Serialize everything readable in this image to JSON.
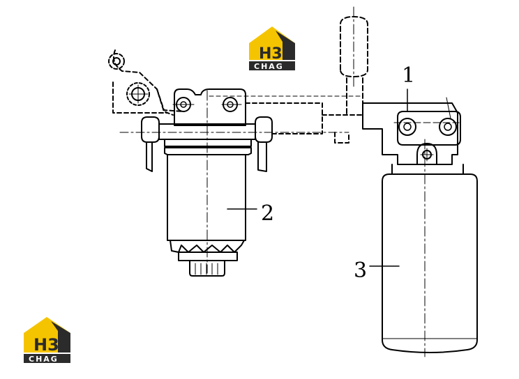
{
  "callouts": [
    {
      "id": "1",
      "text": "1"
    },
    {
      "id": "2",
      "text": "2"
    },
    {
      "id": "3",
      "text": "3"
    }
  ],
  "logo": {
    "mark": "H3",
    "word": "CHAG",
    "colors": {
      "yellow": "#f5c400",
      "dark": "#2b2b2b",
      "white": "#ffffff"
    }
  },
  "colors": {
    "line": "#000000",
    "background": "#ffffff"
  }
}
